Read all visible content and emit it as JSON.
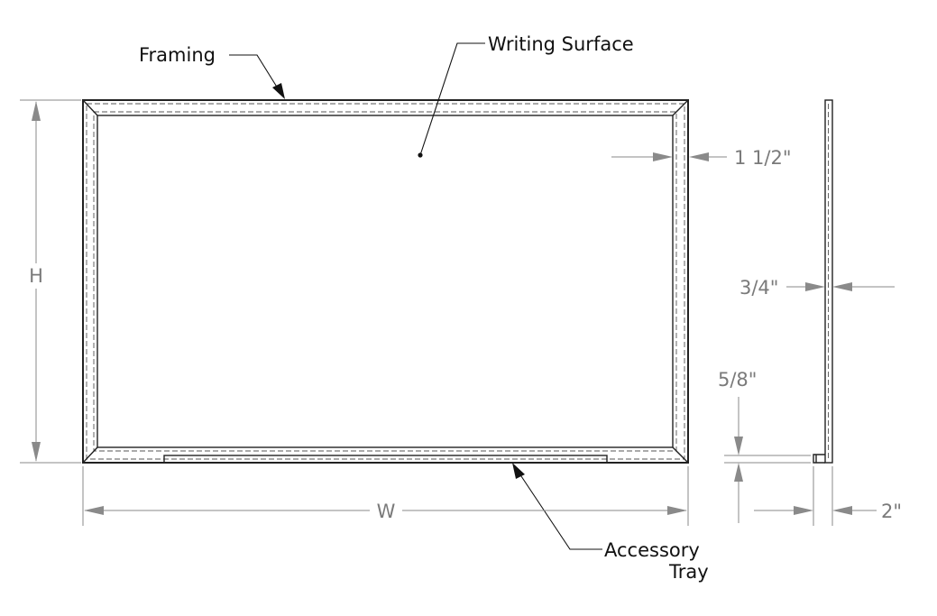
{
  "labels": {
    "framing": "Framing",
    "writing_surface": "Writing Surface",
    "accessory_tray_line1": "Accessory",
    "accessory_tray_line2": "Tray"
  },
  "dimensions": {
    "height": "H",
    "width": "W",
    "frame_width": "1 1/2\"",
    "thickness": "3/4\"",
    "tray_height": "5/8\"",
    "tray_depth": "2\""
  }
}
